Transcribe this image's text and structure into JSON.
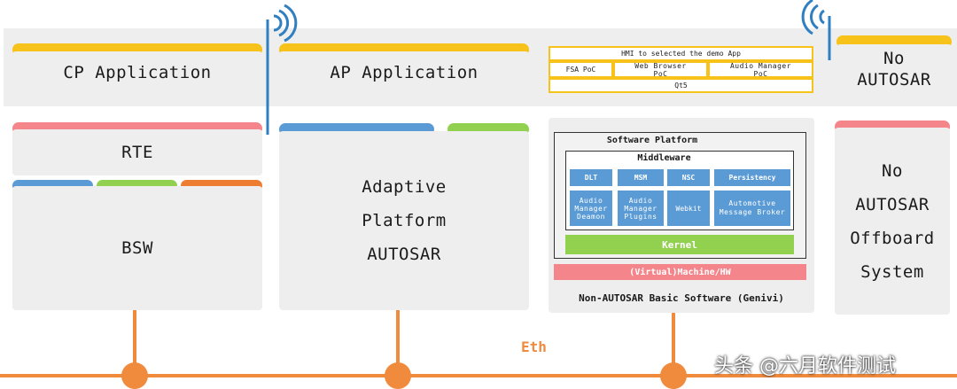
{
  "cp_application": "CP Application",
  "ap_application": "AP Application",
  "hmi": {
    "title": "HMI to selected the demo App",
    "fsa": "FSA PoC",
    "web_browser": [
      "Web Browser",
      "PoC"
    ],
    "audio_manager": [
      "Audio Manager",
      "PoC"
    ],
    "qt5": "Qt5"
  },
  "no_autosar_top": [
    "No",
    "AUTOSAR"
  ],
  "rte": "RTE",
  "bsw": "BSW",
  "adaptive_platform": [
    "Adaptive",
    "Platform",
    "AUTOSAR"
  ],
  "software_platform": {
    "title": "Software Platform",
    "middleware": "Middleware",
    "row1": [
      "DLT",
      "MSM",
      "NSC",
      "Persistency"
    ],
    "audio_daemon": [
      "Audio",
      "Manager",
      "Deamon"
    ],
    "audio_plugins": [
      "Audio",
      "Manager",
      "Plugins"
    ],
    "webkit": "Webkit",
    "broker": [
      "Automotive",
      "Message Broker"
    ],
    "kernel": "Kernel",
    "hw": "(Virtual)Machine/HW",
    "caption": "Non-AUTOSAR Basic Software (Genivi)"
  },
  "no_autosar_offboard": [
    "No",
    "AUTOSAR",
    "Offboard",
    "System"
  ],
  "eth": "Eth",
  "watermark": "头条 @六月软件测试",
  "colors": {
    "yellow": "#f7c21a",
    "blue": "#5b9bd5",
    "green": "#92d050",
    "orange": "#ed7d31",
    "red": "#f4858a",
    "eth": "#f08a3c"
  }
}
